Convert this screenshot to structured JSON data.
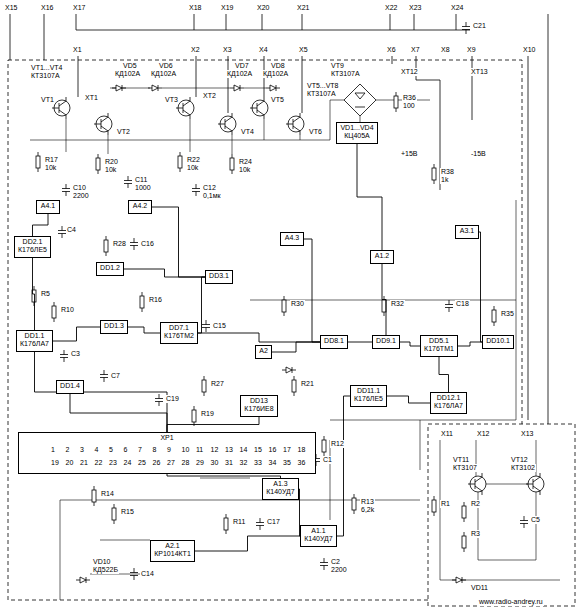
{
  "diagram": {
    "nodes": [
      {
        "text": [
          "A4.1"
        ]
      },
      {
        "text": [
          "A4.2"
        ]
      },
      {
        "text": [
          "A4.3"
        ]
      },
      {
        "text": [
          "VD1...VD4",
          "КЦ405А"
        ]
      },
      {
        "text": [
          "A1.2"
        ]
      },
      {
        "text": [
          "A3.1"
        ]
      },
      {
        "text": [
          "DD2.1",
          "К176ЛЕ5"
        ]
      },
      {
        "text": [
          "DD1.2"
        ]
      },
      {
        "text": [
          "DD3.1"
        ]
      },
      {
        "text": [
          "DD7.1",
          "К176ТМ2"
        ]
      },
      {
        "text": [
          "DD1.3"
        ]
      },
      {
        "text": [
          "DD1.1",
          "К176ЛА7"
        ]
      },
      {
        "text": [
          "DD1.4"
        ]
      },
      {
        "text": [
          "DD8.1"
        ]
      },
      {
        "text": [
          "DD9.1"
        ]
      },
      {
        "text": [
          "DD5.1",
          "К176ТМ1"
        ]
      },
      {
        "text": [
          "DD10.1"
        ]
      },
      {
        "text": [
          "DD11.1",
          "К176ЛЕ5"
        ]
      },
      {
        "text": [
          "DD12.1",
          "К176ЛА7"
        ]
      },
      {
        "text": [
          "A2"
        ]
      },
      {
        "text": [
          "XP1"
        ]
      },
      {
        "text": [
          "A1.1",
          "К140УД7"
        ]
      },
      {
        "text": [
          "A1.3",
          "К140УД7"
        ]
      },
      {
        "text": [
          "A2.1",
          "КР1014КТ1"
        ]
      },
      {
        "text": [
          "DD13",
          "К176ИЕ8"
        ]
      }
    ],
    "edges": [
      {
        "from": 0,
        "to": 6,
        "arrow": "none"
      },
      {
        "from": 6,
        "to": 11,
        "arrow": "none"
      },
      {
        "from": 11,
        "to": 10,
        "arrow": "none"
      },
      {
        "from": 10,
        "to": 9,
        "arrow": "none"
      },
      {
        "from": 7,
        "to": 8,
        "arrow": "none"
      },
      {
        "from": 1,
        "to": 8,
        "arrow": "none"
      },
      {
        "from": 8,
        "to": 9,
        "arrow": "none"
      },
      {
        "from": 9,
        "to": 13,
        "arrow": "none"
      },
      {
        "from": 13,
        "to": 14,
        "arrow": "none"
      },
      {
        "from": 14,
        "to": 15,
        "arrow": "none"
      },
      {
        "from": 15,
        "to": 16,
        "arrow": "none"
      },
      {
        "from": 17,
        "to": 18,
        "arrow": "none"
      },
      {
        "from": 18,
        "to": 15,
        "arrow": "none"
      },
      {
        "from": 4,
        "to": 14,
        "arrow": "none"
      },
      {
        "from": 2,
        "to": 13,
        "arrow": "none"
      },
      {
        "from": 3,
        "to": 4,
        "arrow": "none"
      },
      {
        "from": 19,
        "to": 13,
        "arrow": "none"
      },
      {
        "from": 20,
        "to": 11,
        "arrow": "none"
      },
      {
        "from": 20,
        "to": 22,
        "arrow": "none"
      },
      {
        "from": 22,
        "to": 21,
        "arrow": "none"
      },
      {
        "from": 23,
        "to": 21,
        "arrow": "none"
      },
      {
        "from": 21,
        "to": 17,
        "arrow": "none"
      },
      {
        "from": 24,
        "to": 20,
        "arrow": "none"
      },
      {
        "from": 12,
        "to": 20,
        "arrow": "none"
      },
      {
        "from": 5,
        "to": 16,
        "arrow": "none"
      }
    ],
    "labels": [
      "X15",
      "X16",
      "X17",
      "X18",
      "X19",
      "X20",
      "X21",
      "X22",
      "X23",
      "X24",
      "C21",
      "X1",
      "X2",
      "X3",
      "X4",
      "X5",
      "X6",
      "X7",
      "X8",
      "X9",
      "X10",
      "VT1...VT4",
      "КТ3107А",
      "VD5",
      "КД102А",
      "VD6",
      "КД102А",
      "VD7",
      "КД102А",
      "VD8",
      "КД102А",
      "VT5...VT8",
      "КТ3107А",
      "VT1",
      "VT2",
      "VT3",
      "VT4",
      "VT5",
      "VT6",
      "XT1",
      "XT2",
      "VT9",
      "КТ3107А",
      "R17",
      "10k",
      "R20",
      "10k",
      "R22",
      "10k",
      "R24",
      "10k",
      "C10",
      "2200",
      "C11",
      "1000",
      "C12",
      "0,1мк",
      "R36",
      "100",
      "XT12",
      "XT13",
      "+15В",
      "-15В",
      "R38",
      "1k",
      "C4",
      "R5",
      "R28",
      "C16",
      "R10",
      "C3",
      "C7",
      "R16",
      "C15",
      "R30",
      "R32",
      "C18",
      "R35",
      "R27",
      "C19",
      "R19",
      "R21",
      "R12",
      "C1",
      "R14",
      "R15",
      "C14",
      "VD10",
      "КД522Б",
      "R11",
      "C17",
      "C2",
      "2200",
      "R13",
      "6,2k",
      "X11",
      "X12",
      "X13",
      "VT11",
      "КТ3107",
      "VT12",
      "КТ3102",
      "R1",
      "R2",
      "R3",
      "C5",
      "VD11",
      "www.radio-andrey.ru",
      "1",
      "2",
      "3",
      "4",
      "5",
      "6",
      "7",
      "8",
      "9",
      "10",
      "11",
      "12",
      "13",
      "14",
      "15",
      "16",
      "17",
      "18",
      "19",
      "20",
      "21",
      "22",
      "23",
      "24",
      "25",
      "26",
      "27",
      "28",
      "29",
      "30",
      "31",
      "32",
      "33",
      "34",
      "35",
      "36"
    ]
  }
}
